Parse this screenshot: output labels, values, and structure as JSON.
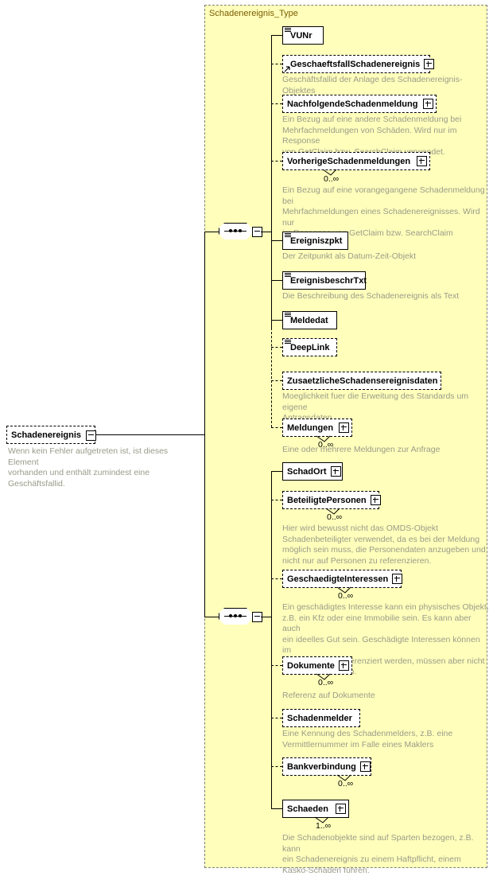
{
  "diagram": {
    "kind": "xsd-schema-element-diagram",
    "type_container_title": "Schadenereignis_Type",
    "root": {
      "name": "Schadenereignis",
      "box_style": "dashed",
      "expander": "minus",
      "documentation": "Wenn kein Fehler aufgetreten ist, ist dieses Element\nvorhanden und enthält zumindest eine Geschäftsfallid."
    },
    "compositors": [
      {
        "name": "sequence",
        "symbol": "...",
        "expander": "minus"
      },
      {
        "name": "sequence",
        "symbol": "...",
        "expander": "minus"
      }
    ],
    "groups": [
      {
        "group_name": "sequence-group-1",
        "elements": [
          {
            "name": "VUNr",
            "box_style": "solid",
            "node_kind": "simple-type",
            "expander": null,
            "cardinality": null,
            "documentation": null
          },
          {
            "name": "GeschaeftsfallSchadenereignis",
            "box_style": "dashed",
            "node_kind": "reference",
            "expander": "plus",
            "cardinality": null,
            "documentation": "Geschäftsfallid der Anlage des Schadenereignis-Objektes"
          },
          {
            "name": "NachfolgendeSchadenmeldung",
            "box_style": "dashed",
            "node_kind": "reference",
            "expander": "plus",
            "cardinality": null,
            "documentation": "Ein Bezug auf eine andere Schadenmeldung bei\nMehrfachmeldungen von Schäden. Wird nur im Response\nvon GetClaim bzw. SearchClaim verwendet."
          },
          {
            "name": "VorherigeSchadenmeldungen",
            "box_style": "dashed",
            "node_kind": "reference",
            "expander": "plus",
            "cardinality": "0..∞",
            "documentation": "Ein Bezug auf eine vorangegangene Schadenmeldung bei\nMehrfachmeldungen eines Schadenereignisses. Wird nur\nim Response von GetClaim bzw. SearchClaim\nverwendet."
          },
          {
            "name": "Ereigniszpkt",
            "box_style": "solid",
            "node_kind": "simple-type",
            "expander": null,
            "cardinality": null,
            "documentation": "Der Zeitpunkt als Datum-Zeit-Objekt"
          },
          {
            "name": "EreignisbeschrTxt",
            "box_style": "solid",
            "node_kind": "simple-type",
            "expander": null,
            "cardinality": null,
            "documentation": "Die Beschreibung des Schadenereignis als Text"
          },
          {
            "name": "Meldedat",
            "box_style": "solid",
            "node_kind": "simple-type",
            "expander": null,
            "cardinality": null,
            "documentation": null
          },
          {
            "name": "DeepLink",
            "box_style": "dashed",
            "node_kind": "simple-type",
            "expander": null,
            "cardinality": null,
            "documentation": null
          },
          {
            "name": "ZusaetzlicheSchadensereignisdaten",
            "box_style": "dashed",
            "node_kind": "reference",
            "expander": null,
            "cardinality": null,
            "documentation": "Moeglichkeit fuer die Erweitung des Standards um eigene\nAntragsdaten"
          },
          {
            "name": "Meldungen",
            "box_style": "dashed",
            "node_kind": "reference",
            "expander": "plus",
            "cardinality": "0..∞",
            "documentation": "Eine oder mehrere Meldungen zur Anfrage"
          }
        ]
      },
      {
        "group_name": "sequence-group-2",
        "elements": [
          {
            "name": "SchadOrt",
            "box_style": "solid",
            "node_kind": "reference",
            "expander": "plus",
            "cardinality": null,
            "documentation": null
          },
          {
            "name": "BeteiligtePersonen",
            "box_style": "dashed",
            "node_kind": "reference",
            "expander": "plus",
            "cardinality": "0..∞",
            "documentation": "Hier wird bewusst nicht das OMDS-Objekt\nSchadenbeteiligter verwendet, da es bei der Meldung\nmöglich sein muss, die Personendaten anzugeben und\nnicht nur auf Personen zu referenzieren."
          },
          {
            "name": "GeschaedigteInteressen",
            "box_style": "dashed",
            "node_kind": "reference",
            "expander": "plus",
            "cardinality": "0..∞",
            "documentation": "Ein geschädigtes Interesse kann ein physisches Objekt,\nz.B. ein Kfz oder eine Immobilie sein. Es kann aber auch\nein ideelles Gut sein. Geschädigte Interessen können im\nSchadenobjekt referenziert werden, müssen aber nicht\nreferenziert werden."
          },
          {
            "name": "Dokumente",
            "box_style": "dashed",
            "node_kind": "reference",
            "expander": "plus",
            "cardinality": "0..∞",
            "documentation": "Referenz auf Dokumente"
          },
          {
            "name": "Schadenmelder",
            "box_style": "dashed",
            "node_kind": "reference",
            "expander": null,
            "cardinality": null,
            "documentation": "Eine Kennung des Schadenmelders, z.B. eine\nVermittlernummer im Falle eines Maklers"
          },
          {
            "name": "Bankverbindung",
            "box_style": "dashed",
            "node_kind": "reference",
            "expander": "plus",
            "cardinality": "0..∞",
            "documentation": null
          },
          {
            "name": "Schaeden",
            "box_style": "solid",
            "node_kind": "reference",
            "expander": "plus",
            "cardinality": "1..∞",
            "documentation": "Die Schadenobjekte sind auf Sparten bezogen, z.B. kann\nein Schadenereignis zu einem Haftpflicht, einem\nKasko-Schaden führen."
          }
        ]
      }
    ],
    "colors": {
      "container_fill": "#ffffbb",
      "container_border": "#808080",
      "title_text": "#7a5c00",
      "doc_text": "#9a9a8a",
      "element_fill": "#ffffff",
      "element_border": "#000000",
      "shadow": "#c0c0c0"
    }
  }
}
